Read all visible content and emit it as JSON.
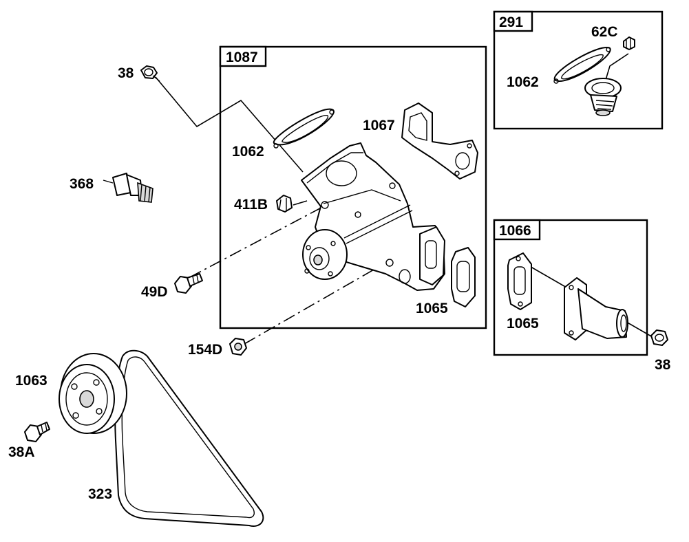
{
  "boxes": {
    "water_pump_assembly": "1087",
    "thermostat_kit": "291",
    "outlet_kit": "1066"
  },
  "labels": {
    "bolt_38_top": "38",
    "sender_368": "368",
    "gasket_1062_pump": "1062",
    "gasket_1067": "1067",
    "plug_411b": "411B",
    "bolt_49d": "49D",
    "gasket_1065_pump": "1065",
    "nut_154d": "154D",
    "pulley_1063": "1063",
    "bolt_38a": "38A",
    "belt_323": "323",
    "screw_62c": "62C",
    "gasket_1062_thermo": "1062",
    "gasket_1065_outlet": "1065",
    "bolt_38_right": "38"
  }
}
